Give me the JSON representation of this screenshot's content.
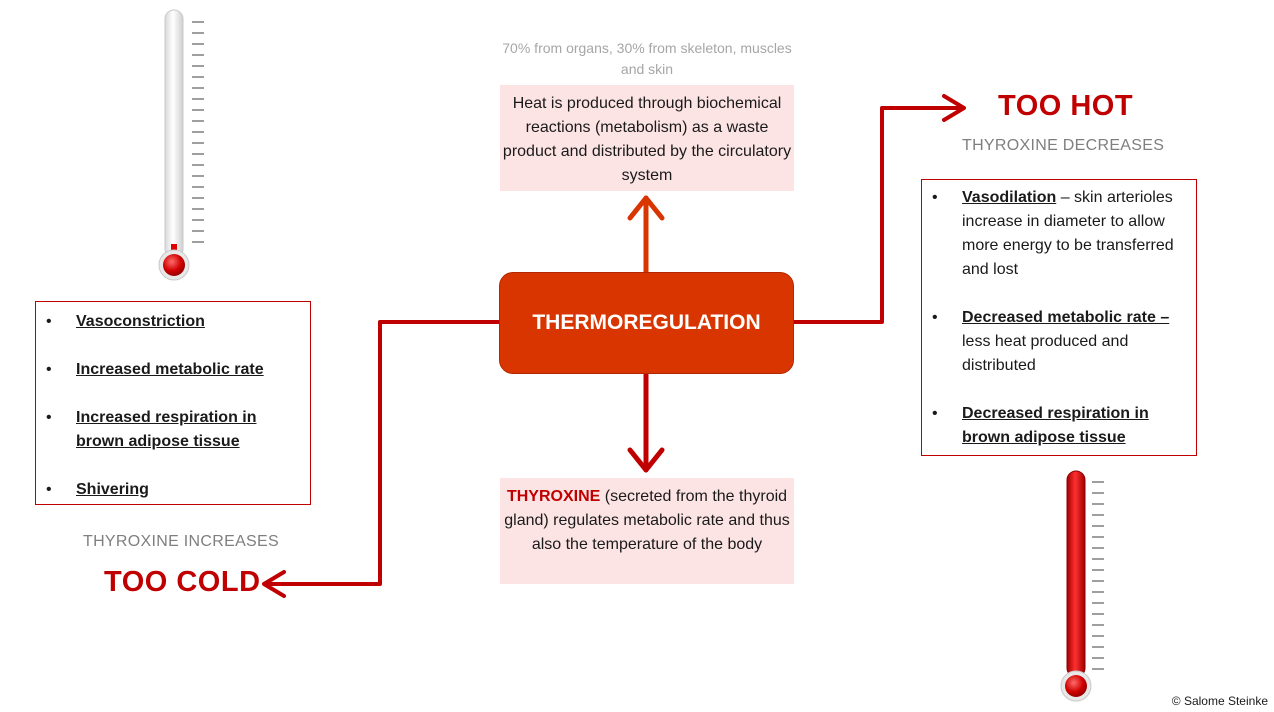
{
  "center": {
    "title": "THERMOREGULATION"
  },
  "top_note": "70% from organs, 30% from skeleton, muscles and skin",
  "heat_box": {
    "text": "Heat is produced through biochemical reactions (metabolism) as a waste product and distributed by the circulatory system"
  },
  "thyroxine_box": {
    "highlight": "THYROXINE",
    "text": " (secreted from the thyroid gland) regulates metabolic rate and thus also the temperature of the body"
  },
  "too_hot": {
    "label": "TOO HOT",
    "hormone": "THYROXINE DECREASES"
  },
  "too_cold": {
    "label": "TOO COLD",
    "hormone": "THYROXINE INCREASES"
  },
  "left_list": {
    "bullet": "•",
    "items": [
      {
        "term": "Vasoconstriction",
        "rest": ""
      },
      {
        "term": "Increased metabolic rate",
        "rest": ""
      },
      {
        "term": "Increased respiration in brown adipose tissue",
        "rest": ""
      },
      {
        "term": "Shivering",
        "rest": ""
      }
    ]
  },
  "right_list": {
    "bullet": "•",
    "items": [
      {
        "term": "Vasodilation",
        "rest": " – skin arterioles increase in diameter to allow more energy to be transferred and lost"
      },
      {
        "term": "Decreased metabolic rate –",
        "rest": " less heat produced and distributed"
      },
      {
        "term": "Decreased respiration in brown adipose tissue",
        "rest": ""
      }
    ]
  },
  "credit": "© Salome Steinke",
  "thermometers": [
    {
      "name": "cold-thermometer",
      "level": 0.0
    },
    {
      "name": "hot-thermometer",
      "level": 1.0
    }
  ],
  "colors": {
    "accent_red": "#c00000",
    "center_fill": "#d93500",
    "pink_box": "#fde4e4",
    "grey_text": "#7f7f7f"
  }
}
